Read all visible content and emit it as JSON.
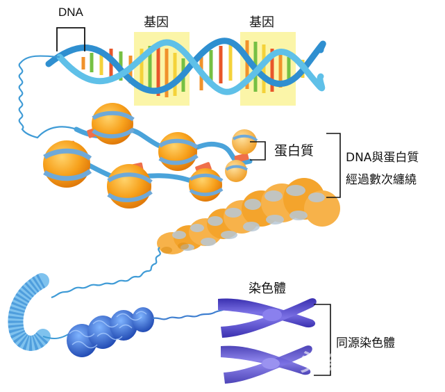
{
  "labels": {
    "dna": "DNA",
    "gene_1": "基因",
    "gene_2": "基因",
    "protein": "蛋白質",
    "wrapping_line1": "DNA與蛋白質",
    "wrapping_line2": "經過數次纏繞",
    "chromosome": "染色體",
    "homologous_chromosomes": "同源染色體"
  },
  "colors": {
    "dna_strand": "#3f9bd6",
    "gene_highlight": "#fbf5a8",
    "histone": "#f7a11c",
    "histone_band": "#6fa9d8",
    "chromosome": "#5a4fd0",
    "condensed_fiber": "#2a56c4"
  },
  "watermark": "头条"
}
